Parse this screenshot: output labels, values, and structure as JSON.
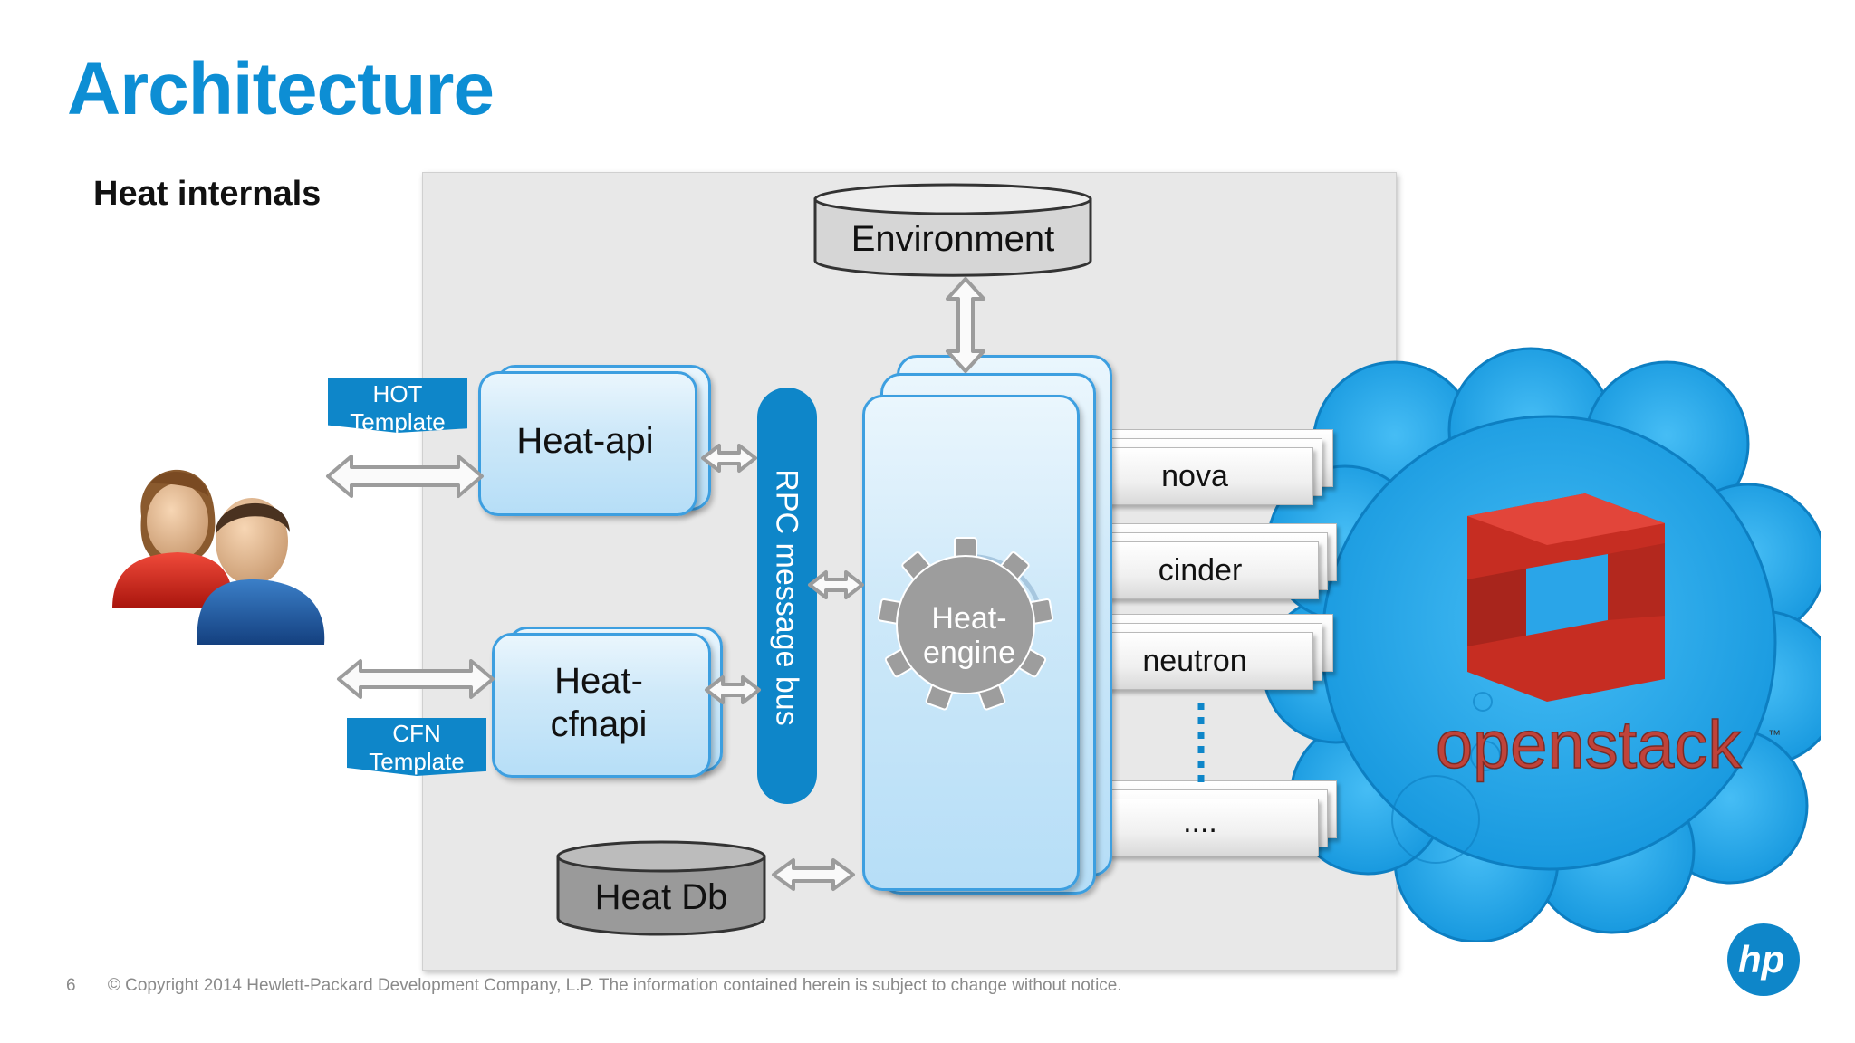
{
  "slide": {
    "title": "Architecture",
    "subtitle": "Heat internals",
    "page_number": "6",
    "copyright": "© Copyright 2014 Hewlett-Packard Development Company, L.P.  The information contained herein is subject to change without notice."
  },
  "diagram": {
    "environment": "Environment",
    "heat_db": "Heat Db",
    "heat_api": "Heat-api",
    "heat_cfnapi_line1": "Heat-",
    "heat_cfnapi_line2": "cfnapi",
    "rpc_bus": "RPC message bus",
    "heat_engine_line1": "Heat-",
    "heat_engine_line2": "engine",
    "hot_template_line1": "HOT",
    "hot_template_line2": "Template",
    "cfn_template_line1": "CFN",
    "cfn_template_line2": "Template",
    "services": [
      "nova",
      "cinder",
      "neutron",
      "...."
    ],
    "cloud_logo_text": "openstack",
    "trademark": "™"
  },
  "colors": {
    "accent": "#0d8ed4",
    "rpc_bus": "#0e86c9",
    "openstack_red": "#d32f23",
    "cloud": "#29a9ec"
  }
}
